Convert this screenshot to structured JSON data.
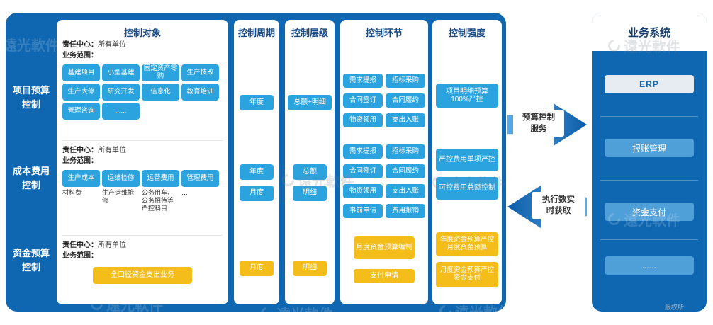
{
  "left_panel": {
    "rows": [
      {
        "label": [
          "项目预算",
          "控制"
        ]
      },
      {
        "label": [
          "成本费用",
          "控制"
        ]
      },
      {
        "label": [
          "资金预算",
          "控制"
        ]
      }
    ]
  },
  "col_object": {
    "title": "控制对象",
    "sections": [
      {
        "resp_label": "责任中心：",
        "resp_value": "所有单位",
        "scope_label": "业务范围：",
        "items": [
          "基建项目",
          "小型基建",
          "固定资产零购",
          "生产技改",
          "生产大修",
          "研究开发",
          "信息化",
          "教育培训",
          "管理咨询",
          "......"
        ]
      },
      {
        "resp_label": "责任中心：",
        "resp_value": "所有单位",
        "scope_label": "业务范围：",
        "items": [
          "生产成本",
          "运维检修",
          "运营费用",
          "管理费用"
        ],
        "notes": [
          "材料费",
          "生产运维抢修",
          "公务用车、公务招待等严控科目",
          "…"
        ]
      },
      {
        "resp_label": "责任中心：",
        "resp_value": "所有单位",
        "scope_label": "业务范围：",
        "items": [
          "全口径资金支出业务"
        ]
      }
    ]
  },
  "col_cycle": {
    "title": "控制周期",
    "row1": [
      "年度"
    ],
    "row2": [
      "年度",
      "月度"
    ],
    "row3": [
      "月度"
    ]
  },
  "col_level": {
    "title": "控制层级",
    "row1": [
      "总额+明细"
    ],
    "row2": [
      "总额",
      "明细"
    ],
    "row3": [
      "明细"
    ]
  },
  "col_link": {
    "title": "控制环节",
    "row1": [
      "需求提报",
      "招标采购",
      "合同签订",
      "合同履约",
      "物资领用",
      "支出入账"
    ],
    "row2": [
      "需求提报",
      "招标采购",
      "合同签订",
      "合同履约",
      "物资领用",
      "支出入账",
      "事前申请",
      "费用报销"
    ],
    "row3": [
      "月度资金预算编制",
      "支付申请"
    ]
  },
  "col_strength": {
    "title": "控制强度",
    "row1": [
      "项目明细预算100%严控"
    ],
    "row2": [
      "严控费用单项严控",
      "可控费用总额控制"
    ],
    "row3": [
      "年度资金预算严控月度资金预算",
      "月度资金预算严控资金支付"
    ]
  },
  "arrows": {
    "to_business": [
      "预算控制",
      "服务"
    ],
    "to_budget": [
      "执行数实",
      "时获取"
    ]
  },
  "right_panel": {
    "title": "业务系统",
    "items": [
      "ERP",
      "报账管理",
      "资金支付",
      "......"
    ]
  },
  "watermark": {
    "text": "遠光軟件"
  },
  "copyright": "版权所"
}
